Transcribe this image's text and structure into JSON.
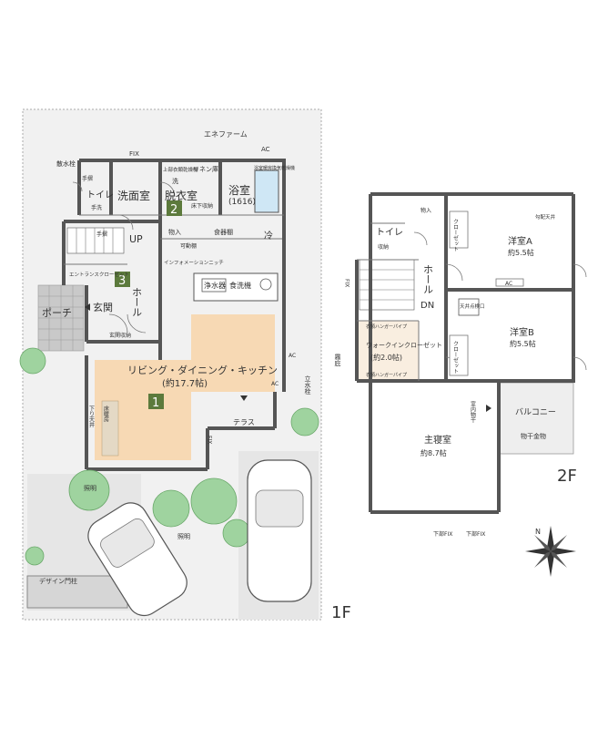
{
  "colors": {
    "wall": "#555555",
    "lot": "#f1f1f1",
    "ldk": "#f7d9b4",
    "step": "#e4d9c5",
    "badge": "#5c7a3c",
    "tree": "#9fd39f",
    "paving": "#d6d6d6",
    "balcony": "#eeeeee"
  },
  "floor1": {
    "floor_label": "1F",
    "enefarm": "エネファーム",
    "ac_outdoor": "AC",
    "fix_top": "FIX",
    "sprinkler": "散水栓",
    "toilet": "トイレ",
    "toilet_handrail": "手摺",
    "toilet_storage": "手洗",
    "washroom": "洗面室",
    "dressing": "脱衣室",
    "badge2": "2",
    "dryer": "上部衣類乾燥機",
    "washer": "洗",
    "linen": "リネン庫",
    "underfloor": "床下収納",
    "bath": "浴室",
    "bath_size": "(1616)",
    "bath_note": "浴室暖房換気乾燥機",
    "handrail_a": "手摺",
    "up": "UP",
    "storage_a": "物入",
    "cupboard": "食器棚",
    "fridge": "冷",
    "storage_b": "可動棚",
    "info_niche": "インフォメーションニッチ",
    "badge3": "3",
    "entrance_closet": "エントランスクローゼット",
    "hall": "ホール",
    "porch": "ポーチ",
    "entry": "玄関",
    "shoebox": "玄関収納",
    "water_purifier": "浄水器",
    "dishwasher": "食洗機",
    "ldk": "リビング・ダイニング・キッチン",
    "ldk_size": "(約17.7帖)",
    "badge1": "1",
    "ceiling_note": "下り天井",
    "floor_heating": "床暖房",
    "ac_room": "AC",
    "terrace": "テラス",
    "fix_side": "FIX",
    "faucet": "立水栓",
    "light_a": "照明",
    "light_b": "照明",
    "gate": "デザイン門柱",
    "ac_side": "AC"
  },
  "floor2": {
    "floor_label": "2F",
    "toilet": "トイレ",
    "storage_a": "収納",
    "storage_b": "物入",
    "hall": "ホール",
    "dn": "DN",
    "fix": "FIX",
    "room_a": "洋室A",
    "room_a_size": "約5.5帖",
    "closet_a": "クローゼット",
    "ac_a": "AC",
    "room_b": "洋室B",
    "room_b_size": "約5.5帖",
    "closet_b": "クローゼット",
    "hatch": "天井点検口",
    "wic": "ウォークインクローゼット",
    "wic_size": "(約2.0帖)",
    "hanger_top": "衣類ハンガーパイプ",
    "hanger_bottom": "衣類ハンガーパイプ",
    "roof": "霧庇",
    "master": "主寝室",
    "master_size": "約8.7帖",
    "indoor_dry": "室内物干",
    "balcony": "バルコニー",
    "dry_rack": "物干金物",
    "fix_bottom_a": "下部FIX",
    "fix_bottom_b": "下部FIX",
    "ceiling_a": "勾配天井",
    "compass": "N"
  }
}
